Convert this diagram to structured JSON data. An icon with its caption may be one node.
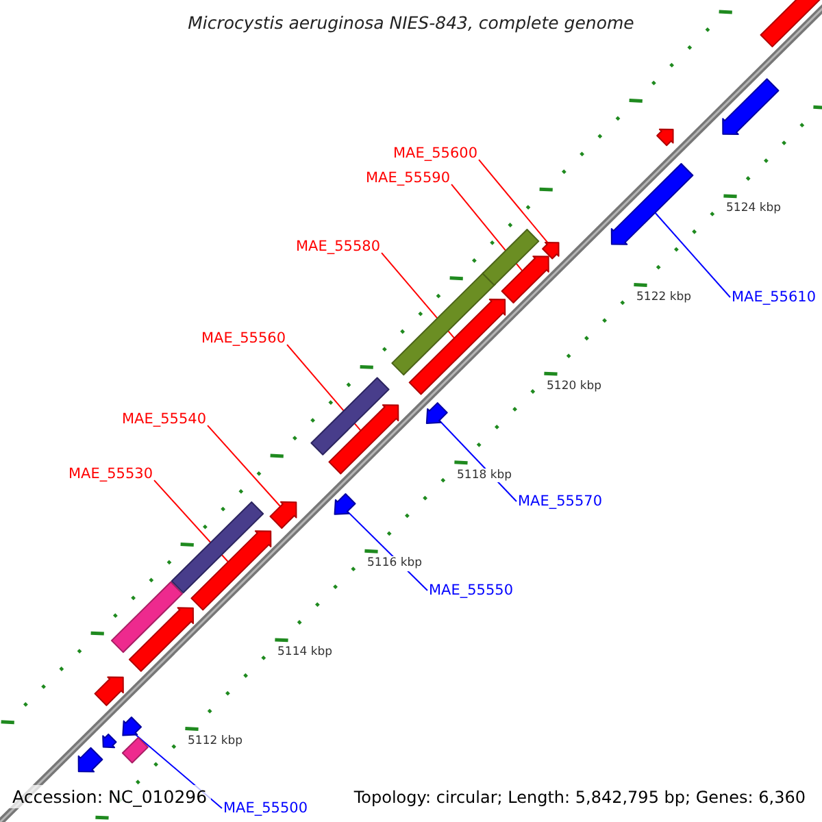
{
  "diagram": {
    "title": "Microcystis aeruginosa NIES-843, complete genome",
    "nodes": [
      {
        "text": [
          "MAE_55600"
        ]
      },
      {
        "text": [
          "MAE_55590"
        ]
      },
      {
        "text": [
          "MAE_55580"
        ]
      },
      {
        "text": [
          "MAE_55610"
        ]
      },
      {
        "text": [
          "MAE_55560"
        ]
      },
      {
        "text": [
          "MAE_55540"
        ]
      },
      {
        "text": [
          "MAE_55530"
        ]
      },
      {
        "text": [
          "MAE_55570"
        ]
      },
      {
        "text": [
          "MAE_55550"
        ]
      },
      {
        "text": [
          "MAE_55500"
        ]
      },
      {
        "text": [],
        "shape": "pentagon"
      },
      {
        "text": [],
        "shape": "pentagon"
      },
      {
        "text": [],
        "shape": "bar"
      },
      {
        "text": [],
        "shape": "pentagon"
      },
      {
        "text": [],
        "shape": "pentagon"
      },
      {
        "text": [],
        "shape": "pentagon"
      },
      {
        "text": [],
        "shape": "bar"
      },
      {
        "text": [],
        "shape": "bar"
      },
      {
        "text": [],
        "shape": "pentagon"
      },
      {
        "text": [],
        "shape": "pentagon"
      },
      {
        "text": [],
        "shape": "pentagon"
      },
      {
        "text": [],
        "shape": "pentagon"
      },
      {
        "text": [],
        "shape": "bar"
      },
      {
        "text": [],
        "shape": "pentagon"
      },
      {
        "text": [],
        "shape": "pentagon"
      },
      {
        "text": [],
        "shape": "bar"
      },
      {
        "text": [],
        "shape": "bar"
      },
      {
        "text": [],
        "shape": "pentagon"
      },
      {
        "text": [],
        "shape": "pentagon"
      },
      {
        "text": [],
        "shape": "pentagon"
      },
      {
        "text": [],
        "shape": "pentagon"
      },
      {
        "text": [],
        "shape": "pentagon"
      },
      {
        "text": [],
        "shape": "pentagon"
      }
    ],
    "edges": [
      {
        "from": 0,
        "to": 28,
        "arrow": "none"
      },
      {
        "from": 1,
        "to": 27,
        "arrow": "none"
      },
      {
        "from": 2,
        "to": 24,
        "arrow": "none"
      },
      {
        "from": 3,
        "to": 29,
        "arrow": "none",
        "color": "#0000ff"
      },
      {
        "from": 4,
        "to": 21,
        "arrow": "none"
      },
      {
        "from": 5,
        "to": 19,
        "arrow": "none"
      },
      {
        "from": 6,
        "to": 18,
        "arrow": "none"
      },
      {
        "from": 7,
        "to": 23,
        "arrow": "none",
        "color": "#0000ff"
      },
      {
        "from": 8,
        "to": 20,
        "arrow": "none",
        "color": "#0000ff"
      },
      {
        "from": 9,
        "to": 13,
        "arrow": "none",
        "color": "#0000ff"
      }
    ],
    "labels": [
      "5124 kbp",
      "5122 kbp",
      "5120 kbp",
      "5118 kbp",
      "5116 kbp",
      "5114 kbp",
      "5112 kbp",
      "Accession: NC_010296",
      "Topology: circular; Length: 5,842,795 bp; Genes: 6,360"
    ]
  }
}
